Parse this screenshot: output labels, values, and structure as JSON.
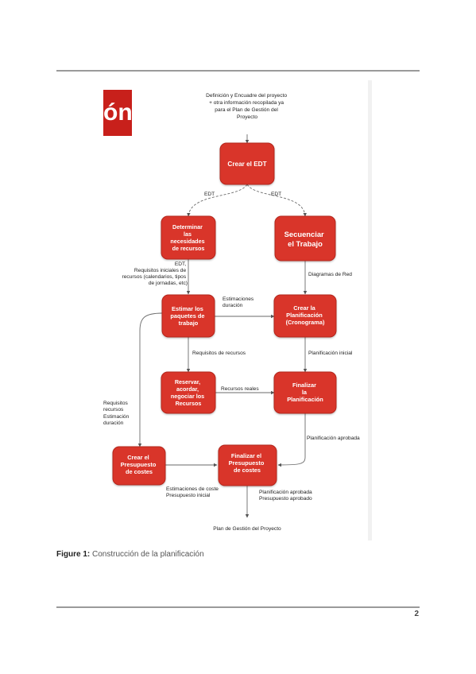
{
  "figure": {
    "logo_text": "ón",
    "top_input": [
      "Definición y Encuadre del proyecto",
      "+ otra información recopilada ya",
      "para el Plan de Gestión del",
      "Proyecto"
    ],
    "nodes": {
      "crear_edt": [
        "Crear el EDT"
      ],
      "determinar": [
        "Determinar",
        "las",
        "necesidades",
        "de recursos"
      ],
      "secuenciar": [
        "Secuenciar",
        "el Trabajo"
      ],
      "estimar": [
        "Estimar los",
        "paquetes de",
        "trabajo"
      ],
      "crear_planificacion": [
        "Crear la",
        "Planificación",
        "(Cronograma)"
      ],
      "reservar": [
        "Reservar,",
        "acordar,",
        "negociar los",
        "Recursos"
      ],
      "finalizar_planificacion": [
        "Finalizar",
        "la",
        "Planificación"
      ],
      "crear_presupuesto": [
        "Crear el",
        "Presupuesto",
        "de costes"
      ],
      "finalizar_presupuesto": [
        "Finalizar el",
        "Presupuesto",
        "de costes"
      ]
    },
    "labels": {
      "edt_left": "EDT",
      "edt_right": "EDT",
      "edt_requisitos": [
        "EDT,",
        "Requisitos iniciales de",
        "recursos (calendarios, tipos",
        "de jornadas, etc)"
      ],
      "diagramas_red": "Diagramas de Red",
      "estimaciones_duracion": [
        "Estimaciones",
        "duración"
      ],
      "requisitos_recursos": "Requisitos de recursos",
      "planificacion_inicial": "Planificación inicial",
      "recursos_reales": "Recursos reales",
      "requisitos_estimacion": [
        "Requisitos",
        "recursos",
        "Estimación",
        "duración"
      ],
      "planificacion_aprobada": "Planificación aprobada",
      "estimaciones_coste": [
        "Estimaciones de coste",
        "Presupuesto inicial"
      ],
      "planificacion_presupuesto": [
        "Planificación aprobada",
        "Presupuesto aprobado"
      ],
      "output": "Plan de Gestión del Proyecto"
    }
  },
  "caption": {
    "label": "Figure 1:",
    "text": "Construcción de la planificación"
  },
  "page_number": "2",
  "colors": {
    "node_fill": "#d9362a",
    "node_stroke": "#b3261c",
    "logo": "#c8201b",
    "rule": "#9a9a9a"
  }
}
